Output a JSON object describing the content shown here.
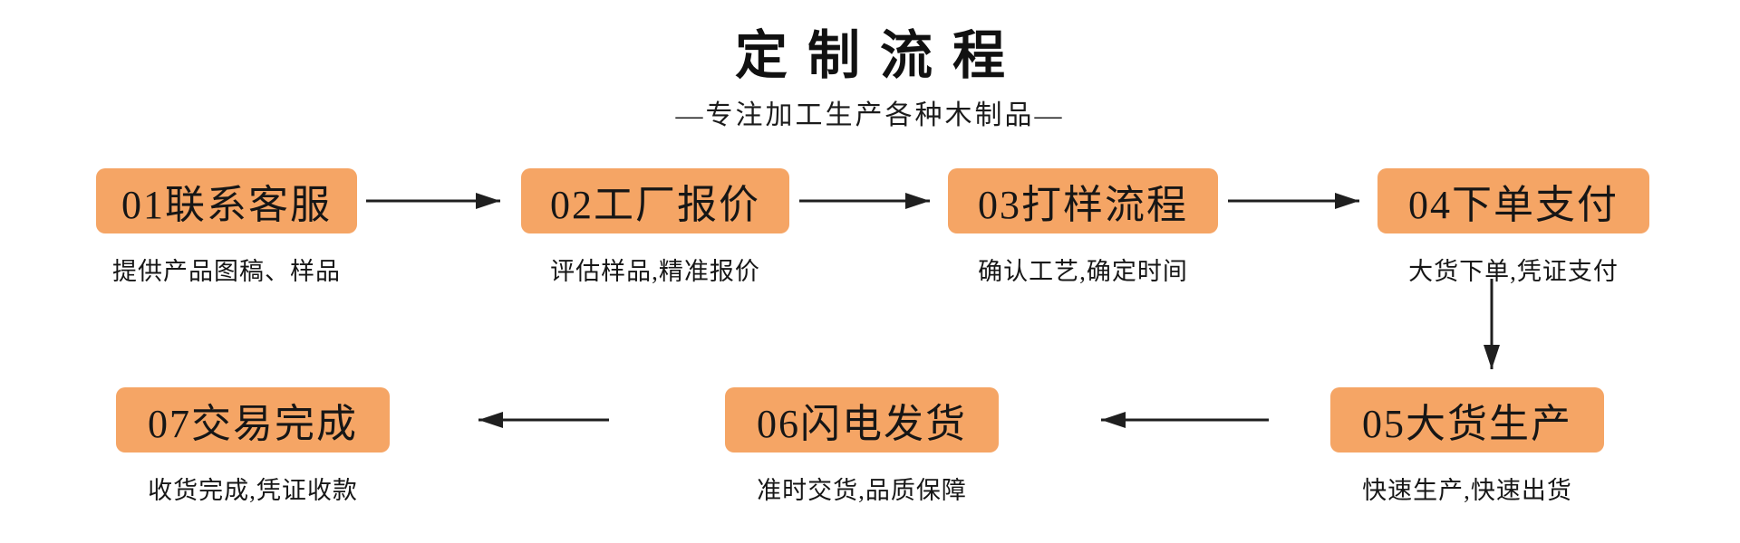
{
  "title": "定制流程",
  "subtitle": "—专注加工生产各种木制品—",
  "steps": [
    {
      "label": "01联系客服",
      "desc": "提供产品图稿、样品"
    },
    {
      "label": "02工厂报价",
      "desc": "评估样品,精准报价"
    },
    {
      "label": "03打样流程",
      "desc": "确认工艺,确定时间"
    },
    {
      "label": "04下单支付",
      "desc": "大货下单,凭证支付"
    },
    {
      "label": "05大货生产",
      "desc": "快速生产,快速出货"
    },
    {
      "label": "06闪电发货",
      "desc": "准时交货,品质保障"
    },
    {
      "label": "07交易完成",
      "desc": "收货完成,凭证收款"
    }
  ],
  "colors": {
    "background": "#ffffff",
    "box_bg": "#F5A565",
    "text": "#161616",
    "arrow": "#1f1f1f"
  }
}
